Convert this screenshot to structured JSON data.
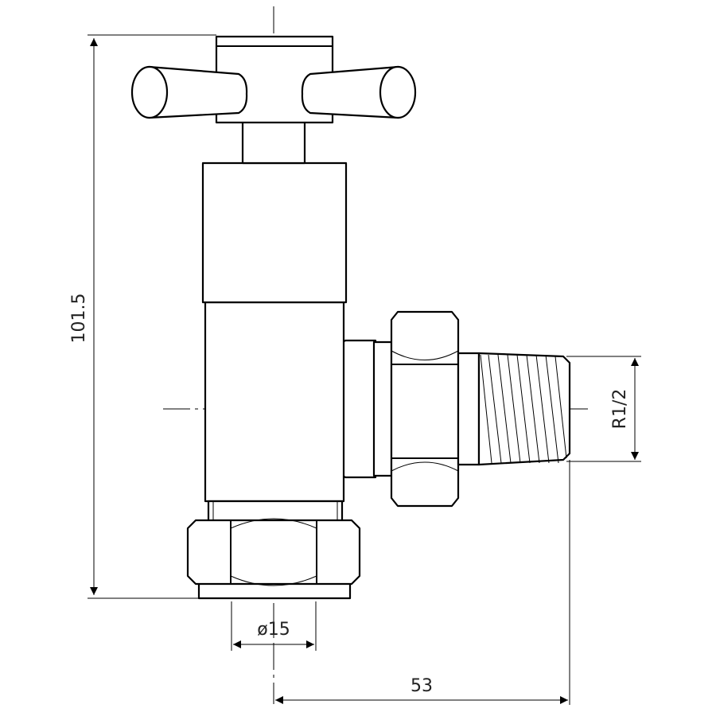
{
  "dimensions": {
    "height": "101.5",
    "pipe_diameter": "ø15",
    "width": "53",
    "thread": "R1/2"
  },
  "colors": {
    "stroke": "#000000",
    "background": "#ffffff"
  }
}
